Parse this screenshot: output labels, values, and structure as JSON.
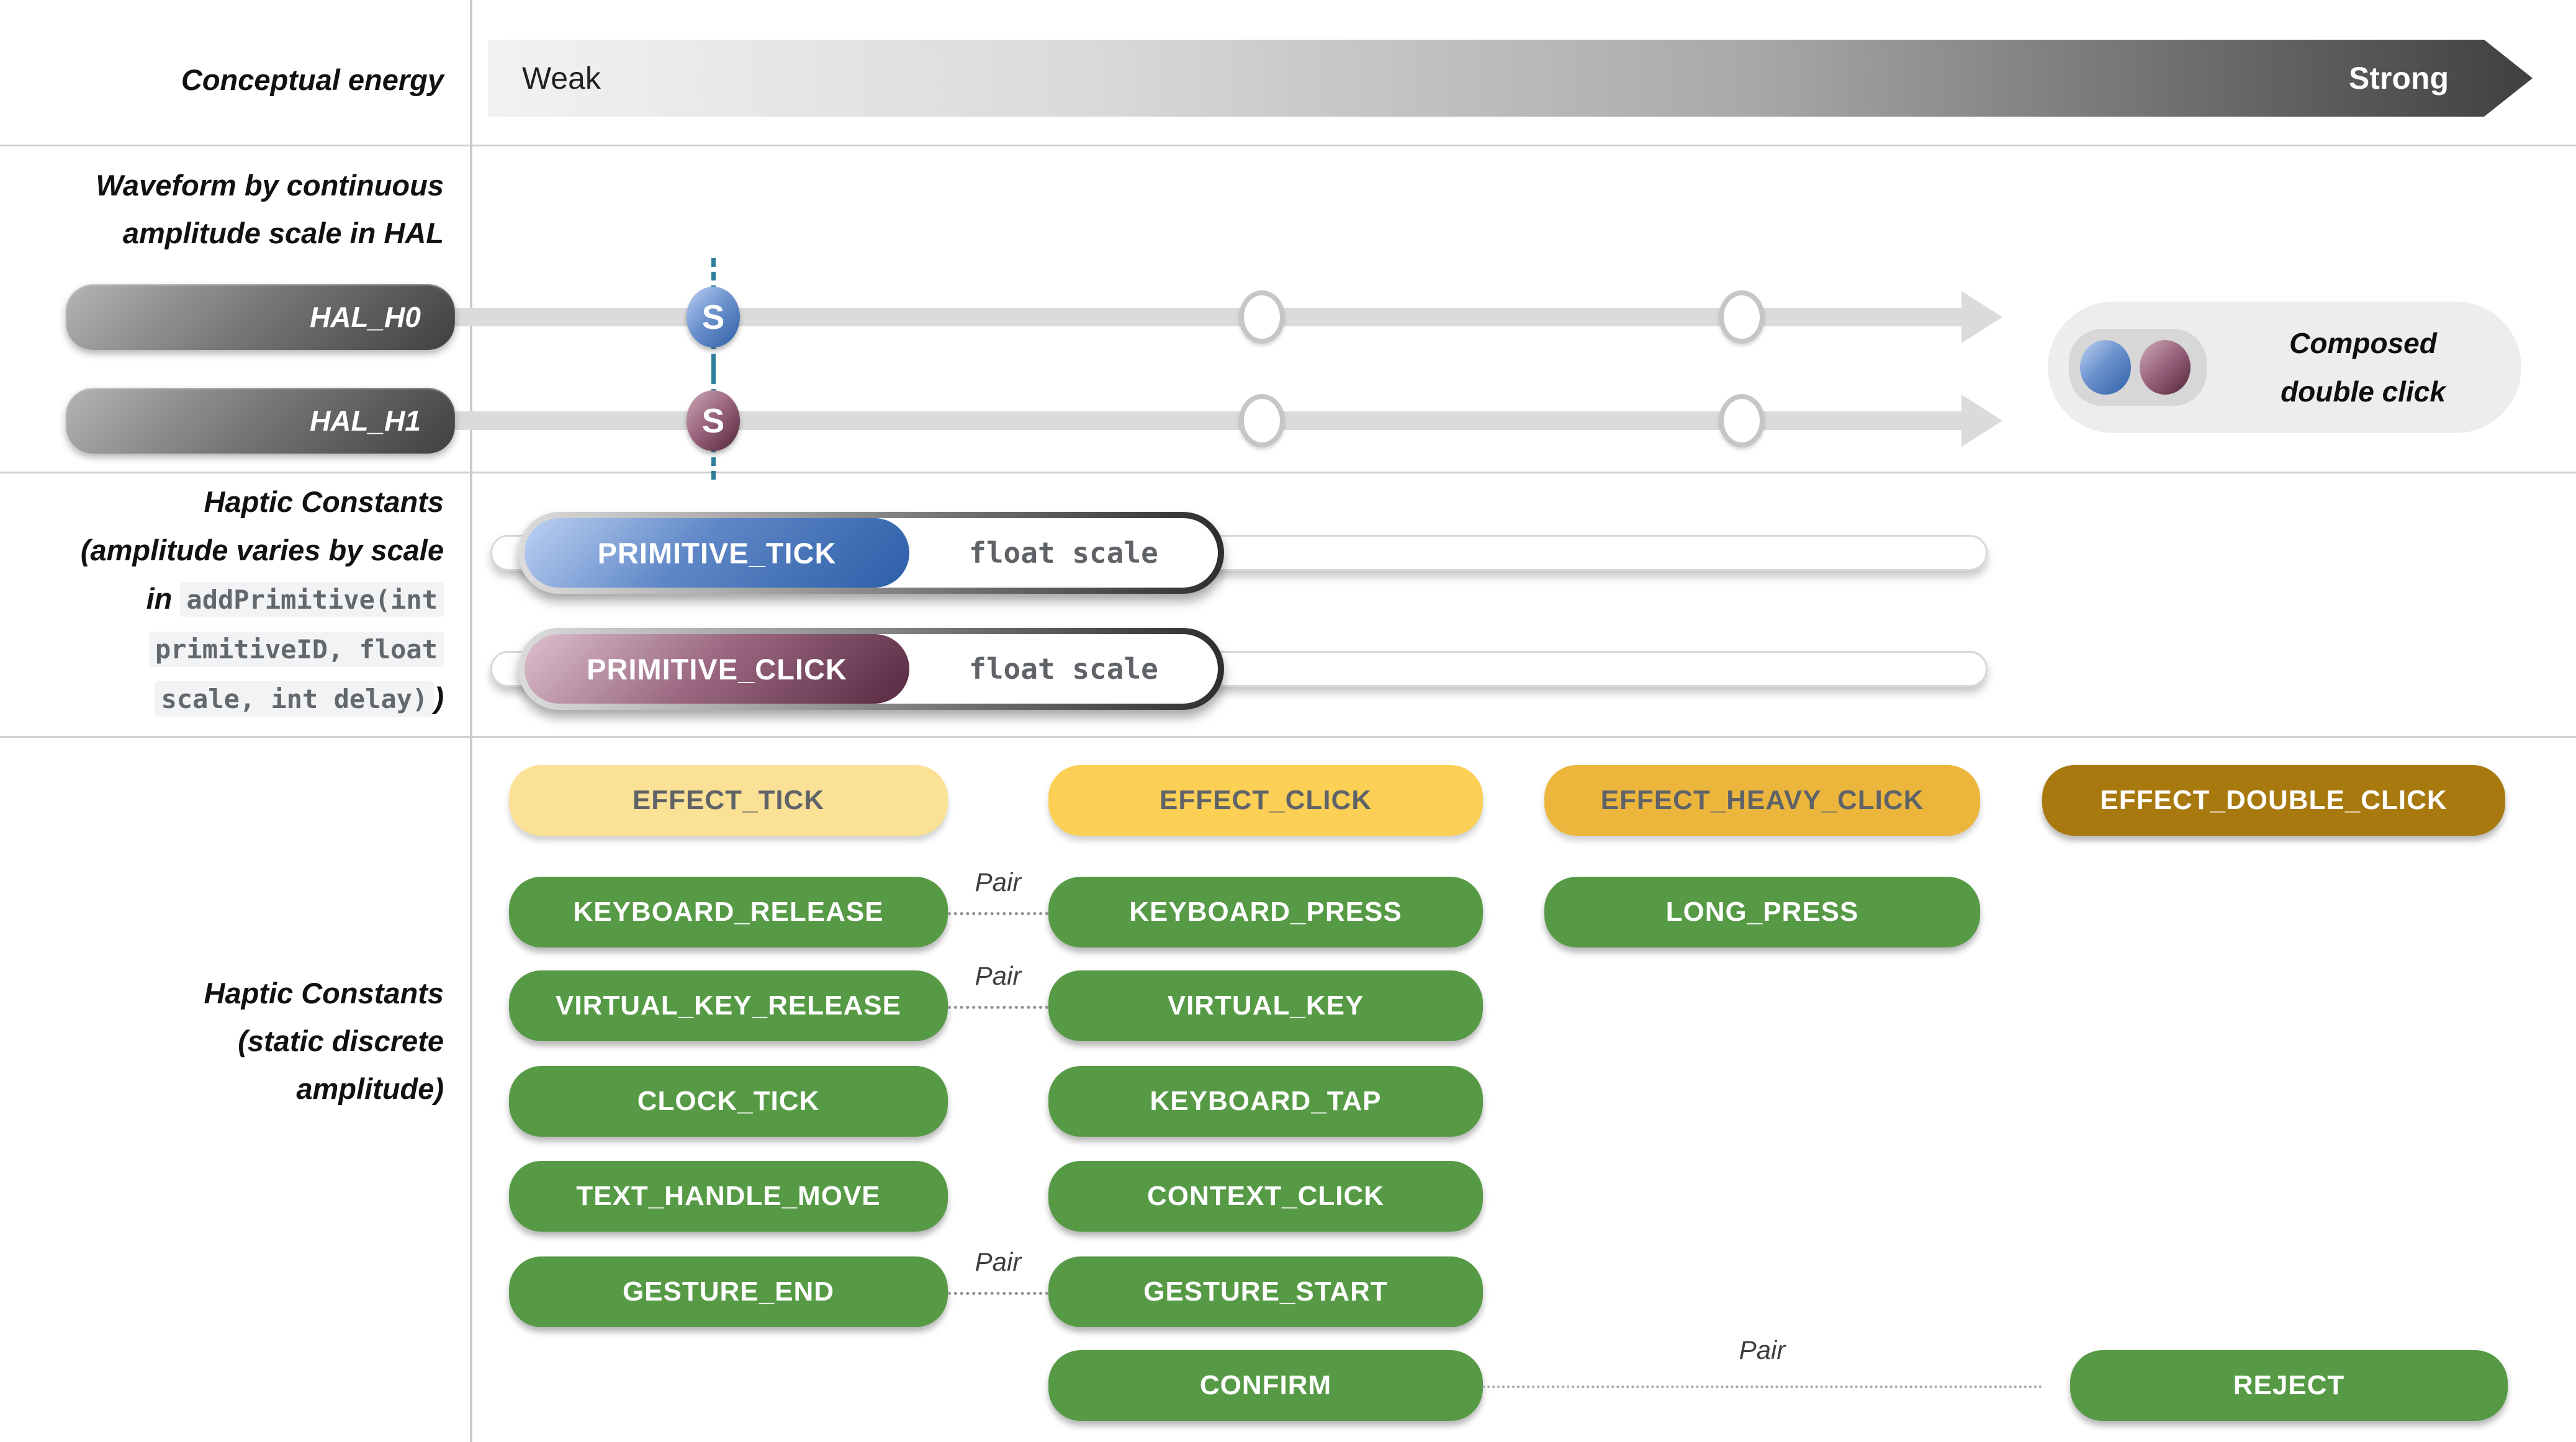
{
  "header": {
    "label": "Conceptual energy",
    "weak": "Weak",
    "strong": "Strong"
  },
  "hal": {
    "label": [
      "Waveform by continuous",
      "amplitude scale in HAL"
    ],
    "channels": [
      {
        "name": "HAL_H0",
        "marker": "S"
      },
      {
        "name": "HAL_H1",
        "marker": "S"
      }
    ],
    "composed": [
      "Composed",
      "double click"
    ]
  },
  "primitives": {
    "label_title": "Haptic Constants",
    "label_sub": "(amplitude varies by scale",
    "label_in": "in",
    "code": [
      "addPrimitive(int",
      "primitiveID, float",
      "scale, int delay)"
    ],
    "label_close": ")",
    "rows": [
      {
        "name": "PRIMITIVE_TICK",
        "param": "float scale"
      },
      {
        "name": "PRIMITIVE_CLICK",
        "param": "float scale"
      }
    ]
  },
  "constants": {
    "label": [
      "Haptic Constants",
      "(static discrete",
      "amplitude)"
    ],
    "pair_label": "Pair",
    "row1": [
      "EFFECT_TICK",
      "EFFECT_CLICK",
      "EFFECT_HEAVY_CLICK",
      "EFFECT_DOUBLE_CLICK"
    ],
    "row2": [
      "KEYBOARD_RELEASE",
      "KEYBOARD_PRESS",
      "LONG_PRESS"
    ],
    "row3": [
      "VIRTUAL_KEY_RELEASE",
      "VIRTUAL_KEY"
    ],
    "row4": [
      "CLOCK_TICK",
      "KEYBOARD_TAP"
    ],
    "row5": [
      "TEXT_HANDLE_MOVE",
      "CONTEXT_CLICK"
    ],
    "row6": [
      "GESTURE_END",
      "GESTURE_START"
    ],
    "row7": [
      "CONFIRM",
      "REJECT"
    ]
  },
  "colors": {
    "green": "#579a46",
    "effect_tick": "#fbe195",
    "effect_click": "#fccf55",
    "effect_heavy_click": "#ecb63d",
    "effect_double_click": "#a8790f",
    "primitive_blue": "#2d5fa8",
    "primitive_plum": "#512639",
    "teal_dash": "#2f7e9c",
    "track_gray": "#dbdbdb"
  }
}
